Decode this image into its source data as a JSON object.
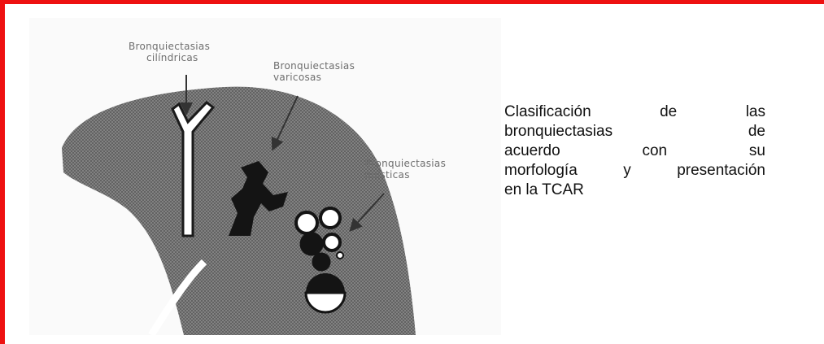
{
  "figure": {
    "labels": {
      "cilindricas": [
        "Bronquiectasias",
        "cilíndricas"
      ],
      "varicosas": [
        "Bronquiectasias",
        "varicosas"
      ],
      "quisticas": [
        "Bronquiectasias",
        "quísticas"
      ]
    }
  },
  "caption": {
    "lines": [
      [
        "Clasificación",
        "de",
        "las"
      ],
      [
        "bronquiectasias",
        "de"
      ],
      [
        "acuerdo",
        "con",
        "su"
      ],
      [
        "morfología",
        "y",
        "presentación"
      ],
      [
        "en la TCAR"
      ]
    ]
  }
}
